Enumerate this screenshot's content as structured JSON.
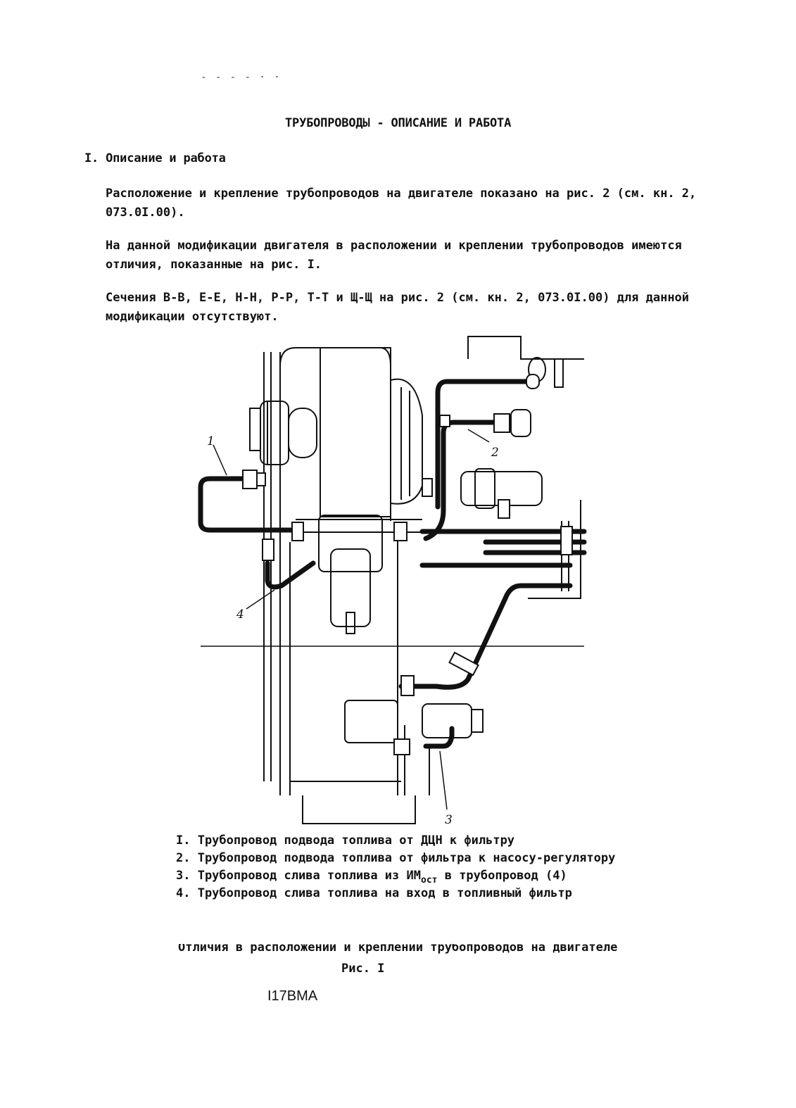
{
  "marks": "- - - -   · ·",
  "title": "ТРУБОПРОВОДЫ - ОПИСАНИЕ И РАБОТА",
  "section": "I. Описание и работа",
  "paragraphs": [
    "Расположение и крепление трубопроводов на двигателе показано на рис. 2 (см. кн. 2, 073.0I.00).",
    "На данной модификации двигателя в расположении и креплении трубопроводов имеются отличия, показанные на рис. I.",
    "Сечения В-В, Е-Е, Н-Н, Р-Р, Т-Т и Щ-Щ на рис. 2 (см. кн. 2, 073.0I.00) для данной модификации отсутствуют."
  ],
  "figure": {
    "callouts": [
      "1",
      "2",
      "3",
      "4"
    ]
  },
  "legend": {
    "item1": "I. Трубопровод подвода топлива от ДЦН к фильтру",
    "item2": "2. Трубопровод подвода топлива от фильтра к насосу-регулятору",
    "item3_pre": "3. Трубопровод слива топлива из ИМ",
    "item3_sub": "ост",
    "item3_post": " в трубопровод (4)",
    "item4": "4. Трубопровод слива топлива на вход в топливный фильтр"
  },
  "caption": "Отличия в расположении и креплении трубопроводов на двигателе",
  "figure_number": "Рис. I",
  "doc_code": "I17BMA"
}
